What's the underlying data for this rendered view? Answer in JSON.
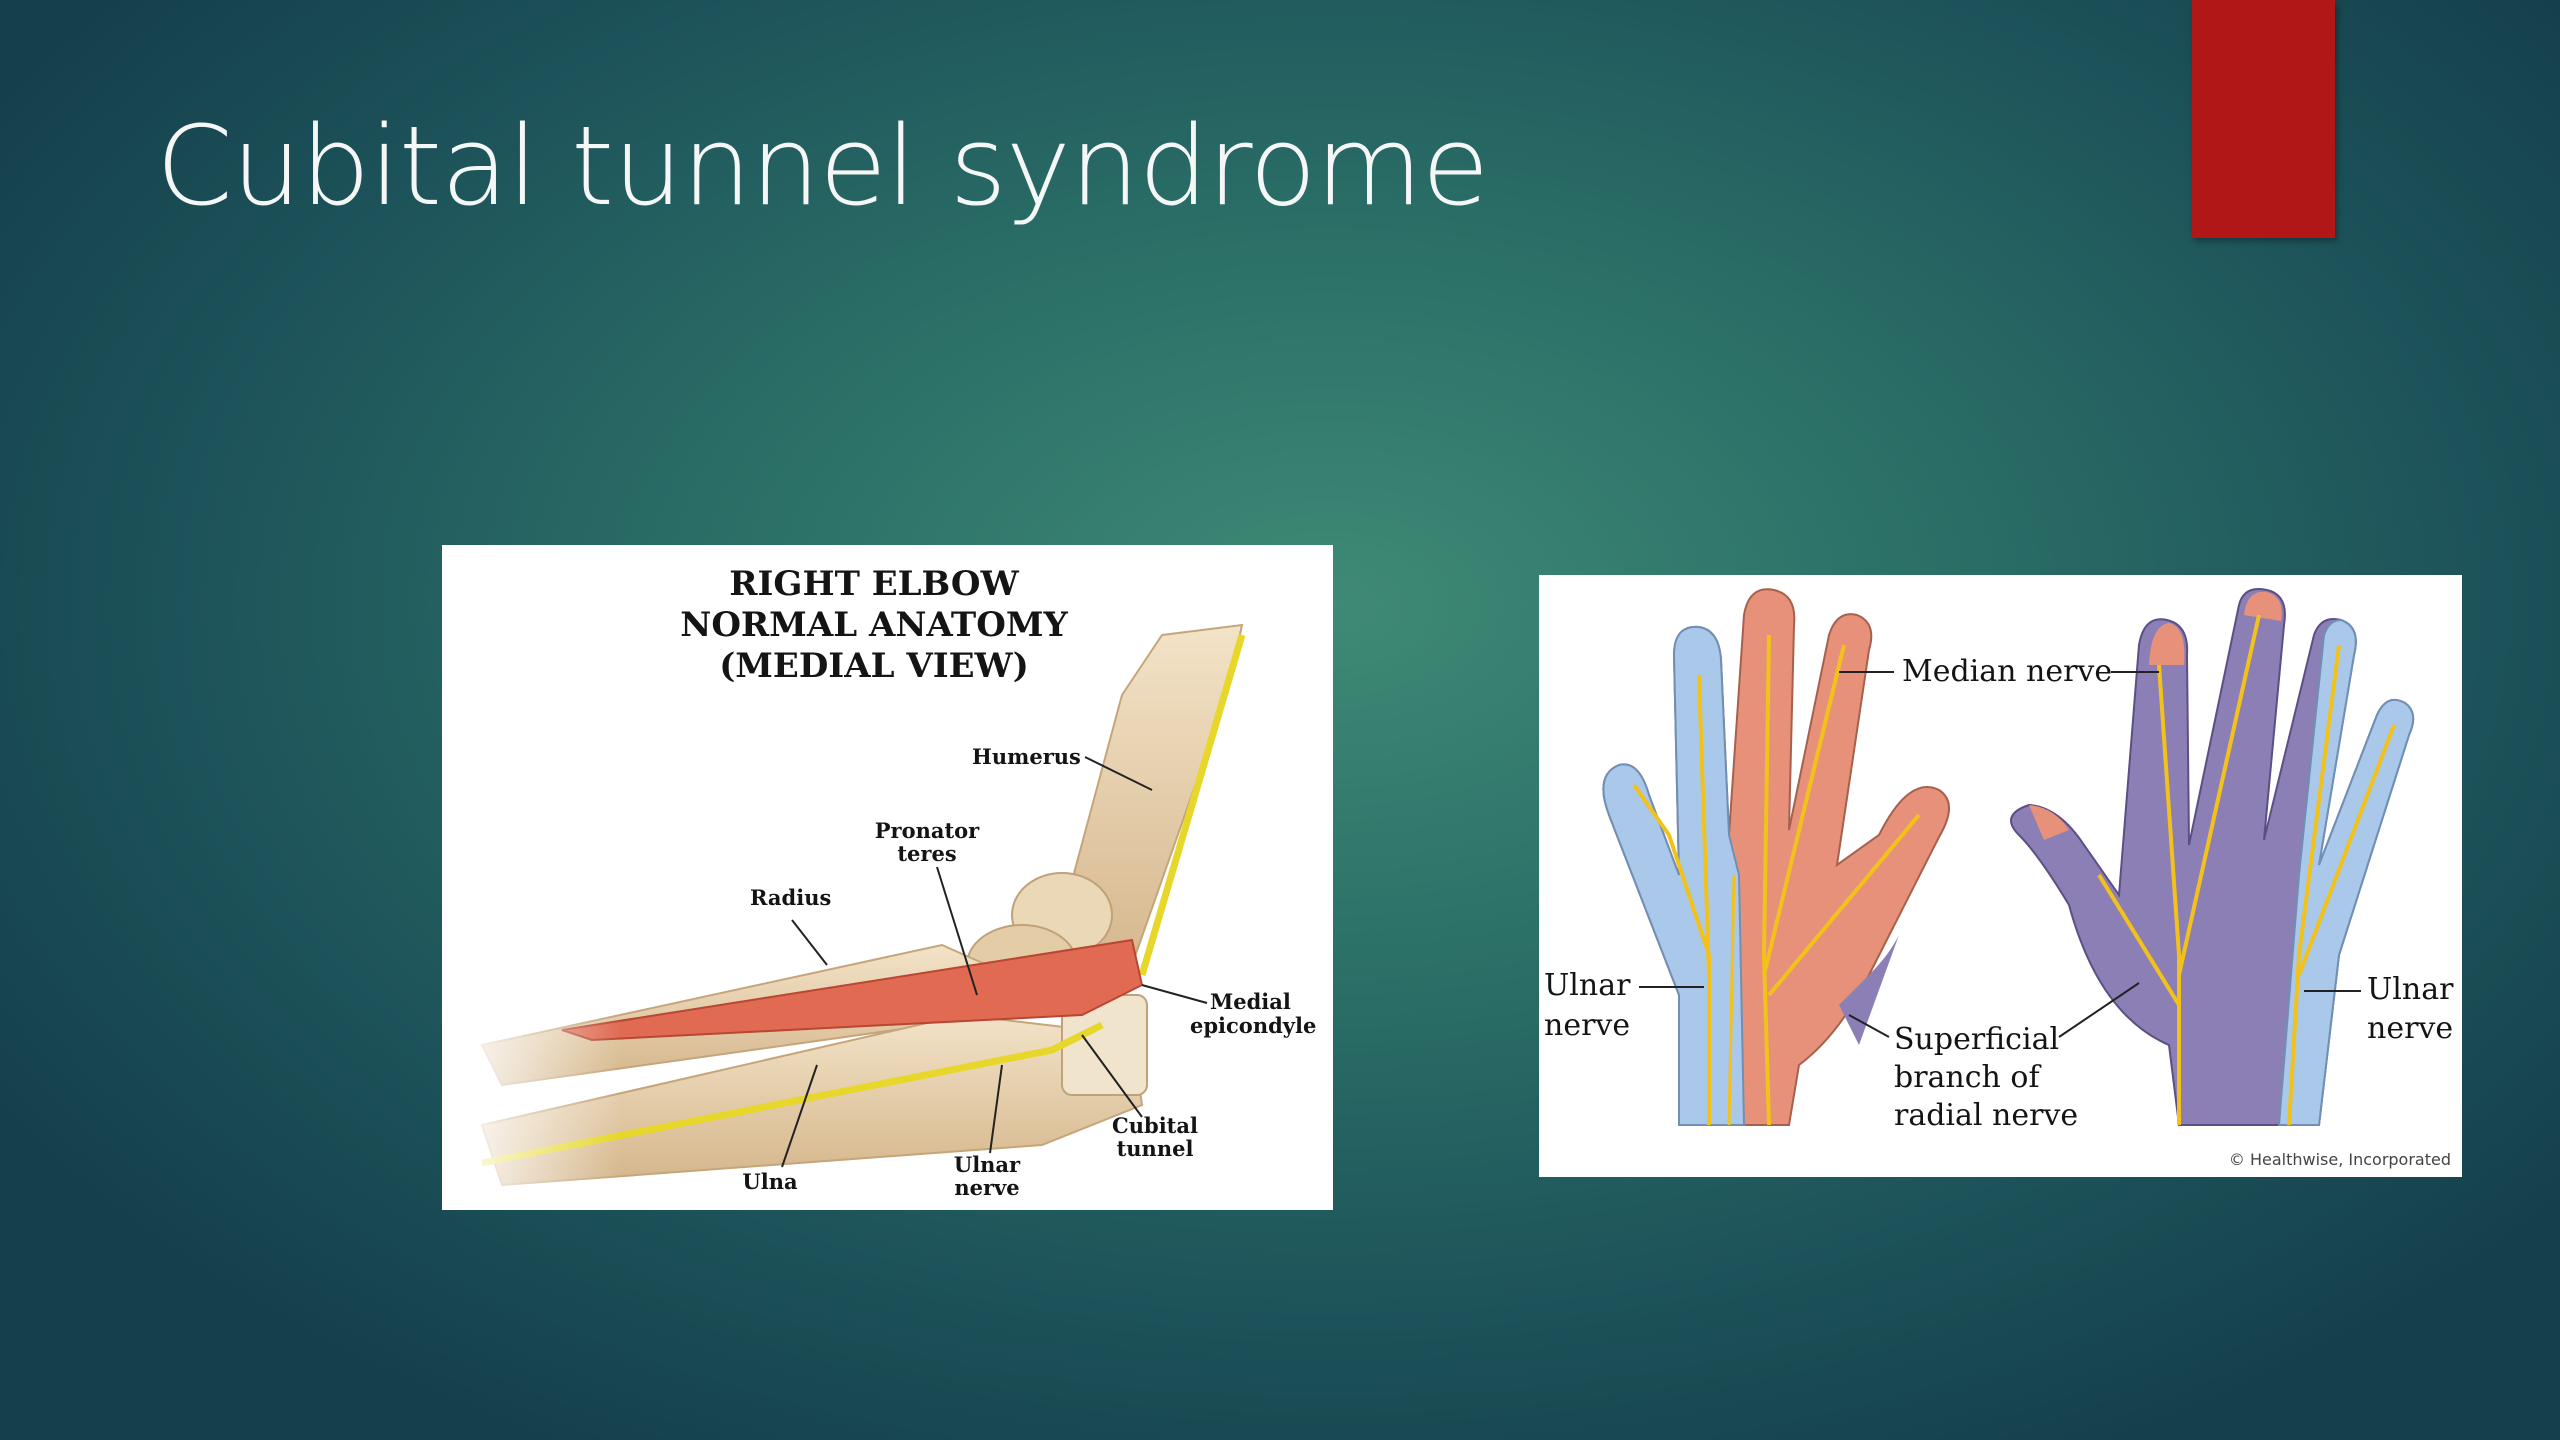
{
  "slide": {
    "title": "Cubital tunnel syndrome",
    "colors": {
      "background_center": "#3f8a76",
      "background_edge": "#143f4b",
      "accent_bar": "#b01716",
      "title_text": "#f4f7f6"
    }
  },
  "elbow_figure": {
    "heading": [
      "RIGHT ELBOW",
      "NORMAL ANATOMY",
      "(MEDIAL VIEW)"
    ],
    "labels": {
      "humerus": "Humerus",
      "pronator_teres": [
        "Pronator",
        "teres"
      ],
      "radius": "Radius",
      "medial_epicondyle": [
        "Medial",
        "epicondyle"
      ],
      "cubital_tunnel": [
        "Cubital",
        "tunnel"
      ],
      "ulnar_nerve": [
        "Ulnar",
        "nerve"
      ],
      "ulna": "Ulna"
    }
  },
  "hand_figure": {
    "labels": {
      "median_nerve": "Median nerve",
      "ulnar_nerve_left": [
        "Ulnar",
        "nerve"
      ],
      "ulnar_nerve_right": [
        "Ulnar",
        "nerve"
      ],
      "superficial_radial": [
        "Superficial",
        "branch of",
        "radial nerve"
      ]
    },
    "credit": "© Healthwise, Incorporated",
    "colors": {
      "median_zone": "#e8917a",
      "ulnar_zone": "#a9c8ea",
      "radial_zone": "#8c7fb5",
      "nerve": "#f2c21a"
    }
  }
}
